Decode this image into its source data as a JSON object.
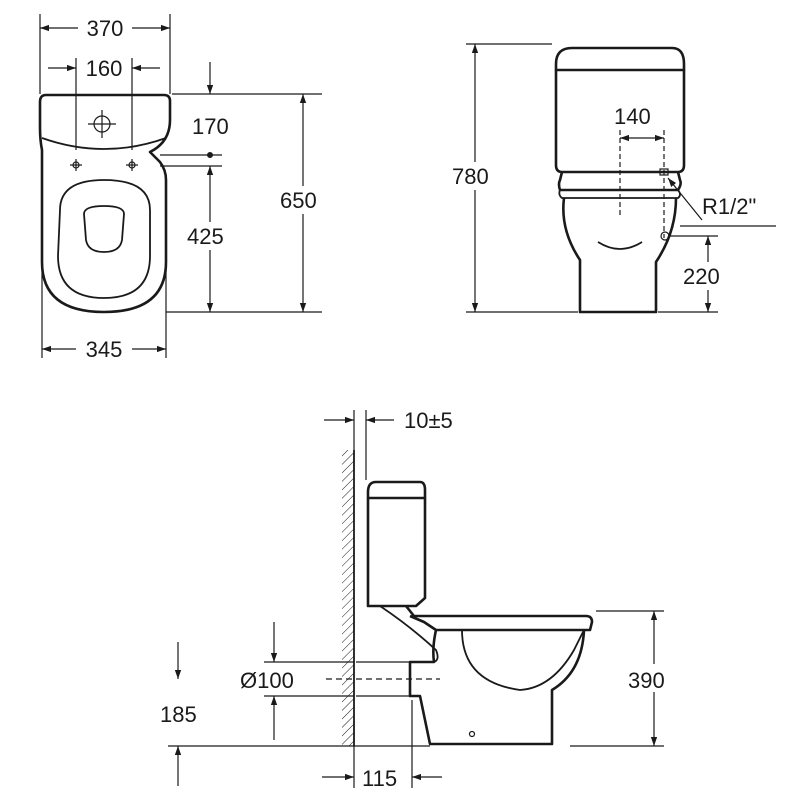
{
  "dimensions": {
    "top_view": {
      "overall_width": "370",
      "fixing_hole_spacing": "160",
      "tank_to_fixing": "170",
      "fixing_to_front": "425",
      "overall_depth": "650",
      "bowl_width": "345"
    },
    "front_view": {
      "overall_height": "780",
      "inlet_spacing": "140",
      "inlet_thread": "R1/2\"",
      "inlet_height": "220"
    },
    "side_view": {
      "wall_gap": "10±5",
      "outlet_diameter": "Ø100",
      "bowl_height": "390",
      "outlet_height": "185",
      "outlet_from_wall": "115"
    }
  }
}
